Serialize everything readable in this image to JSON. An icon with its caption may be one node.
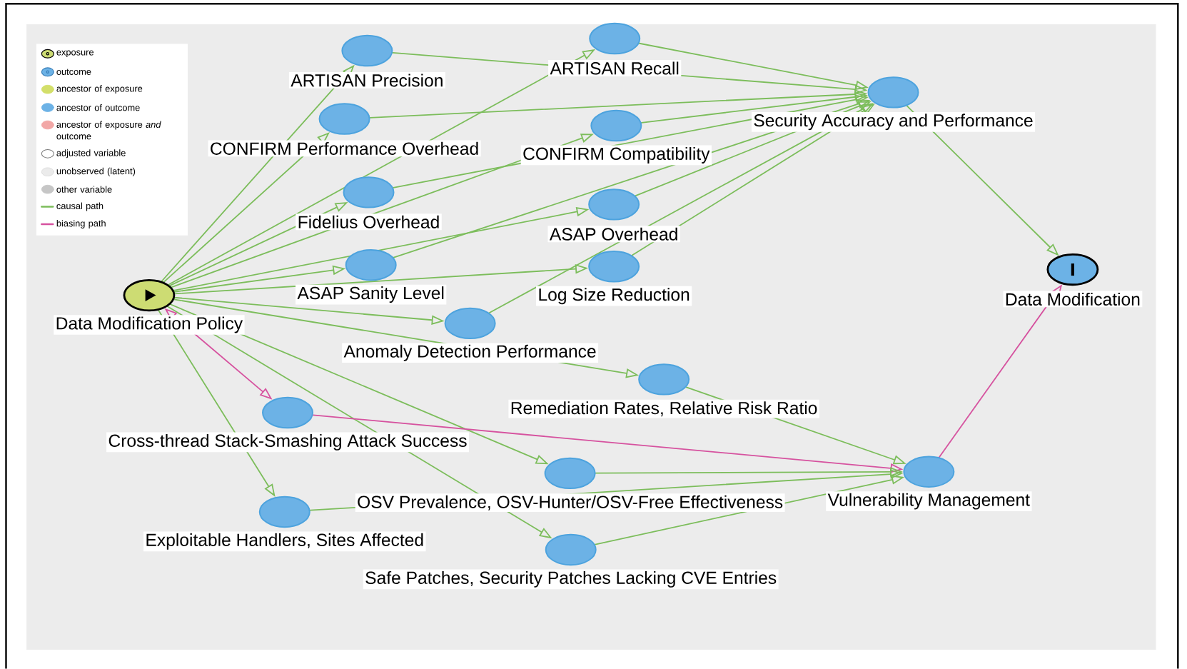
{
  "diagram": {
    "nodes": [
      {
        "text": [
          "Data Modification Policy"
        ]
      },
      {
        "text": [
          "ARTISAN Precision"
        ]
      },
      {
        "text": [
          "ARTISAN Recall"
        ]
      },
      {
        "text": [
          "CONFIRM Performance Overhead"
        ]
      },
      {
        "text": [
          "CONFIRM Compatibility"
        ]
      },
      {
        "text": [
          "Security Accuracy and Performance"
        ]
      },
      {
        "text": [
          "Fidelius Overhead"
        ]
      },
      {
        "text": [
          "ASAP Overhead"
        ]
      },
      {
        "text": [
          "ASAP Sanity Level"
        ]
      },
      {
        "text": [
          "Log Size Reduction"
        ]
      },
      {
        "text": [
          "Data Modification"
        ]
      },
      {
        "text": [
          "Anomaly Detection Performance"
        ]
      },
      {
        "text": [
          "Remediation Rates, Relative Risk Ratio"
        ]
      },
      {
        "text": [
          "Cross-thread Stack-Smashing Attack Success"
        ]
      },
      {
        "text": [
          "OSV Prevalence, OSV-Hunter/OSV-Free Effectiveness"
        ]
      },
      {
        "text": [
          "Vulnerability Management"
        ]
      },
      {
        "text": [
          "Exploitable Handlers, Sites Affected"
        ]
      },
      {
        "text": [
          "Safe Patches, Security Patches Lacking CVE Entries"
        ]
      }
    ],
    "edges": [
      {
        "from": 0,
        "to": 1,
        "arrow": "to"
      },
      {
        "from": 0,
        "to": 2,
        "arrow": "to"
      },
      {
        "from": 0,
        "to": 3,
        "arrow": "to"
      },
      {
        "from": 0,
        "to": 4,
        "arrow": "to"
      },
      {
        "from": 0,
        "to": 6,
        "arrow": "to"
      },
      {
        "from": 0,
        "to": 7,
        "arrow": "to"
      },
      {
        "from": 0,
        "to": 8,
        "arrow": "to"
      },
      {
        "from": 0,
        "to": 9,
        "arrow": "to"
      },
      {
        "from": 0,
        "to": 11,
        "arrow": "to"
      },
      {
        "from": 0,
        "to": 12,
        "arrow": "to"
      },
      {
        "from": 0,
        "to": 13,
        "arrow": "both",
        "color": "#d6529f"
      },
      {
        "from": 0,
        "to": 14,
        "arrow": "to"
      },
      {
        "from": 0,
        "to": 16,
        "arrow": "to"
      },
      {
        "from": 0,
        "to": 17,
        "arrow": "to"
      },
      {
        "from": 1,
        "to": 5,
        "arrow": "to"
      },
      {
        "from": 2,
        "to": 5,
        "arrow": "to"
      },
      {
        "from": 3,
        "to": 5,
        "arrow": "to"
      },
      {
        "from": 4,
        "to": 5,
        "arrow": "to"
      },
      {
        "from": 6,
        "to": 5,
        "arrow": "to"
      },
      {
        "from": 7,
        "to": 5,
        "arrow": "to"
      },
      {
        "from": 8,
        "to": 5,
        "arrow": "to"
      },
      {
        "from": 9,
        "to": 5,
        "arrow": "to"
      },
      {
        "from": 11,
        "to": 5,
        "arrow": "to"
      },
      {
        "from": 5,
        "to": 10,
        "arrow": "to"
      },
      {
        "from": 12,
        "to": 15,
        "arrow": "to"
      },
      {
        "from": 13,
        "to": 15,
        "arrow": "to",
        "color": "#d6529f"
      },
      {
        "from": 14,
        "to": 15,
        "arrow": "to"
      },
      {
        "from": 16,
        "to": 15,
        "arrow": "to"
      },
      {
        "from": 17,
        "to": 15,
        "arrow": "to"
      },
      {
        "from": 15,
        "to": 10,
        "arrow": "to",
        "color": "#d6529f"
      }
    ],
    "legend": [
      {
        "text": "exposure"
      },
      {
        "text": "outcome"
      },
      {
        "text": "ancestor of exposure",
        "color": "#d3df6a"
      },
      {
        "text": "ancestor of outcome",
        "color": "#6cb2e6"
      },
      {
        "text": "ancestor of exposure *and* outcome",
        "color": "#f2a7a6"
      },
      {
        "text": "adjusted variable"
      },
      {
        "text": "unobserved (latent)",
        "color": "#ebebeb"
      },
      {
        "text": "other variable",
        "color": "#c6c6c6"
      },
      {
        "text": "causal path"
      },
      {
        "text": "biasing path"
      }
    ]
  }
}
